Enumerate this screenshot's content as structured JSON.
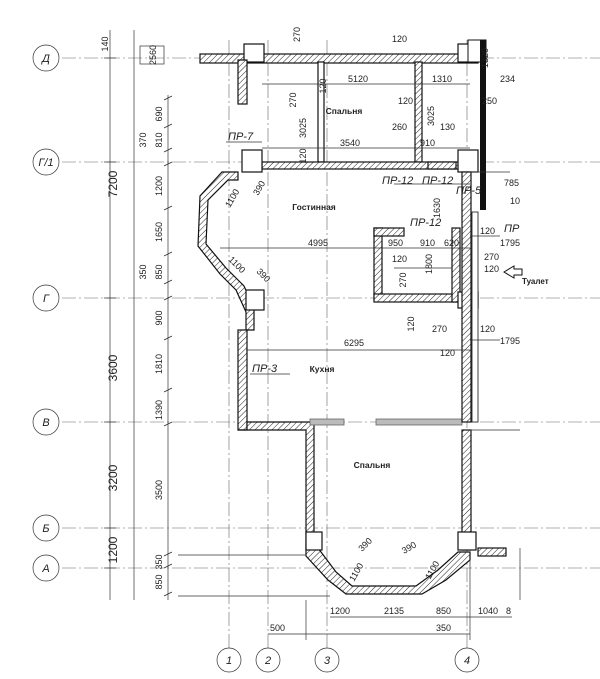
{
  "axes_rows": [
    {
      "label": "Д"
    },
    {
      "label": "Г/1"
    },
    {
      "label": "Г"
    },
    {
      "label": "В"
    },
    {
      "label": "Б"
    },
    {
      "label": "А"
    }
  ],
  "axes_cols": [
    {
      "label": "1"
    },
    {
      "label": "2"
    },
    {
      "label": "3"
    },
    {
      "label": "4"
    }
  ],
  "left_dims_big": [
    "7200",
    "3600",
    "3200",
    "1200"
  ],
  "left_dims_small": [
    "690",
    "810",
    "370",
    "1200",
    "1650",
    "850",
    "350",
    "900",
    "1810",
    "1390",
    "3500",
    "350",
    "850"
  ],
  "top_left_values": [
    "140",
    "2560"
  ],
  "rooms": {
    "bedroom_top": "Спальня",
    "living": "Гостинная",
    "kitchen": "Кухня",
    "bedroom_bottom": "Спальня",
    "toilet": "Туалет"
  },
  "marks": [
    "ПР-7",
    "ПР-12",
    "ПР-12",
    "ПР-5",
    "ПР-12",
    "ПР",
    "ПР-3"
  ],
  "dims": {
    "d5120": "5120",
    "d1310": "1310",
    "d2340": "234",
    "d120a": "120",
    "d270a": "270",
    "d3025": "3025",
    "d3025b": "3025",
    "d120b": "120",
    "d260": "260",
    "d130": "130",
    "d3540": "3540",
    "d910a": "910",
    "d120c": "120",
    "d1320": "1320",
    "d250": "250",
    "d1100a": "1100",
    "d390a": "390",
    "d785": "785",
    "d4995": "4995",
    "d950": "950",
    "d910b": "910",
    "d620": "620",
    "d120d": "120",
    "d1795a": "1795",
    "d270b": "270",
    "d120e": "120",
    "d1100b": "1100",
    "d390b": "390",
    "d120f": "120",
    "d1630": "1630",
    "d1800": "1800",
    "d270c": "270",
    "d120g": "120",
    "d270d": "270",
    "d120h": "120",
    "d6295": "6295",
    "d120i": "120",
    "d1795b": "1795",
    "d390c": "390",
    "d1100c": "1100",
    "d390d": "390",
    "d1100d": "1100",
    "d1200": "1200",
    "d2135": "2135",
    "d850": "850",
    "d1040": "1040",
    "d8x": "8",
    "d500": "500",
    "d350": "350",
    "d10": "10",
    "d120top": "120",
    "d270top": "270"
  },
  "colors": {
    "line": "#111111",
    "axis": "#666666",
    "bg": "#ffffff"
  }
}
